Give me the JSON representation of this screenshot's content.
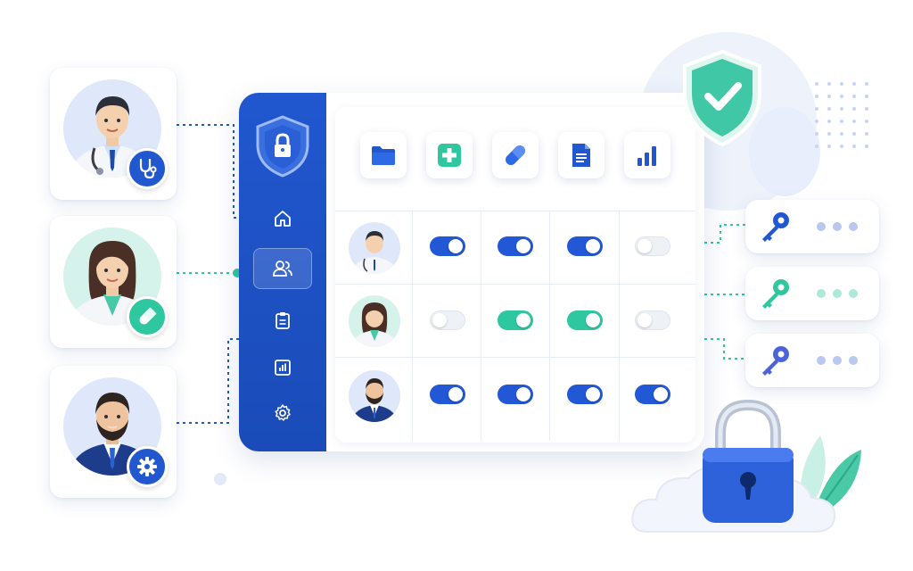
{
  "colors": {
    "brand_blue": "#2157cf",
    "toggle_on_blue": "#2257d6",
    "toggle_on_green": "#2ec7a0",
    "toggle_off": "#eef1f6",
    "shield_green": "#3fc7a6"
  },
  "users": [
    {
      "role": "doctor",
      "badge_icon": "stethoscope-icon",
      "badge_color": "#2157cf"
    },
    {
      "role": "nurse",
      "badge_icon": "pill-icon",
      "badge_color": "#2ec7a0"
    },
    {
      "role": "administrator",
      "badge_icon": "gear-icon",
      "badge_color": "#2157cf"
    }
  ],
  "sidebar": {
    "logo_icon": "shield-lock-icon",
    "items": [
      {
        "icon": "home-icon",
        "active": false
      },
      {
        "icon": "users-icon",
        "active": true
      },
      {
        "icon": "clipboard-icon",
        "active": false
      },
      {
        "icon": "bar-chart-icon",
        "active": false
      },
      {
        "icon": "gear-icon",
        "active": false
      }
    ]
  },
  "permission_columns": [
    "folder-icon",
    "medical-plus-icon",
    "pill-icon",
    "document-icon",
    "bar-chart-icon"
  ],
  "permission_matrix": [
    {
      "user": "doctor",
      "toggles": [
        "on-blue",
        "on-blue",
        "on-blue",
        "off"
      ]
    },
    {
      "user": "nurse",
      "toggles": [
        "off",
        "on-green",
        "on-green",
        "off"
      ]
    },
    {
      "user": "administrator",
      "toggles": [
        "on-blue",
        "on-blue",
        "on-blue",
        "on-blue"
      ]
    }
  ],
  "access_keys": [
    {
      "icon": "key-icon",
      "color": "#2157cf"
    },
    {
      "icon": "key-icon",
      "color": "#2ec7a0"
    },
    {
      "icon": "key-icon",
      "color": "#4a63d8"
    }
  ],
  "decorations": {
    "shield_check_icon": "shield-check-icon",
    "padlock_icon": "padlock-icon",
    "cloud_icon": "cloud-icon",
    "leaf_icon": "leaf-icon"
  }
}
